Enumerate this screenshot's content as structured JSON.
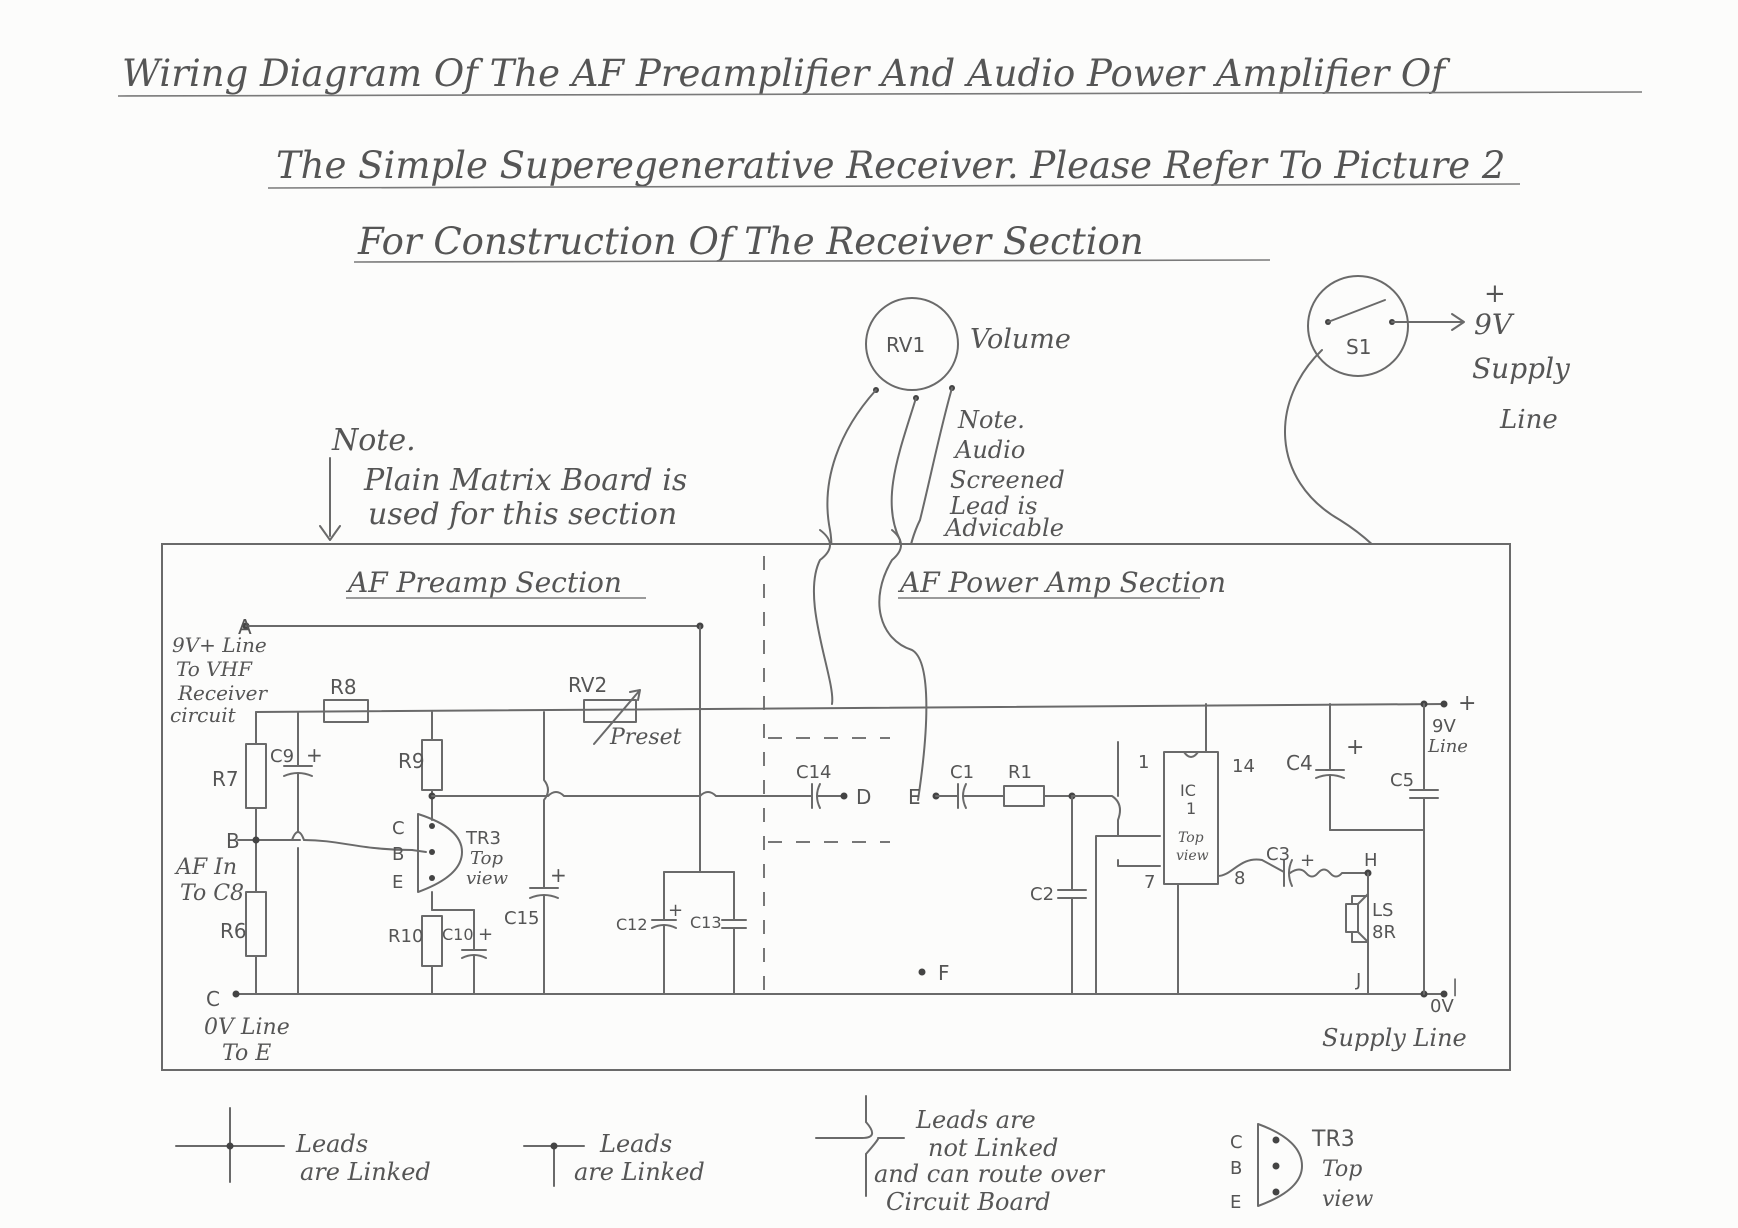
{
  "title": {
    "line1": "Wiring Diagram Of The AF Preamplifier And Audio Power Amplifier Of",
    "line2": "The Simple Superegenerative Receiver. Please Refer To Picture 2",
    "line3": "For Construction Of The Receiver Section"
  },
  "sections": {
    "preamp": "AF Preamp Section",
    "power_amp": "AF Power Amp Section"
  },
  "notes": {
    "board": [
      "Note.",
      "Plain Matrix Board is",
      "used for this section"
    ],
    "audio": [
      "Note.",
      "Audio",
      "Screened",
      "Lead is",
      "Advicable"
    ]
  },
  "switch": {
    "label": "S1",
    "supply_plus": "+",
    "supply": [
      "9V",
      "Supply",
      "Line"
    ]
  },
  "rv1": {
    "label": "RV1",
    "caption": "Volume"
  },
  "terminals": {
    "A": "A",
    "a_text": [
      "9V+ Line",
      "To VHF",
      "Receiver",
      "circuit"
    ],
    "B": "B",
    "b_text": [
      "AF In",
      "To C8"
    ],
    "C": "C",
    "c_text": [
      "0V Line",
      "To E"
    ],
    "D": "D",
    "E": "E",
    "F": "F",
    "H": "H",
    "J": "J"
  },
  "components": {
    "R6": "R6",
    "R7": "R7",
    "R8": "R8",
    "R9": "R9",
    "R10": "R10",
    "R1": "R1",
    "C1": "C1",
    "C2": "C2",
    "C3": "C3",
    "C4": "C4",
    "C5": "C5",
    "C9": "C9",
    "C10": "C10",
    "C12": "C12",
    "C13": "C13",
    "C14": "C14",
    "C15": "C15",
    "RV2": "RV2",
    "RV2_sub": "Preset",
    "TR3": "TR3",
    "TR3_sub": [
      "Top",
      "view"
    ],
    "TR3_pins": [
      "C",
      "B",
      "E"
    ],
    "IC": [
      "IC",
      "1",
      "Top",
      "view"
    ],
    "IC_pin1": "1",
    "IC_pin14": "14",
    "IC_pin7": "7",
    "IC_pin8": "8",
    "LS": [
      "LS",
      "8R"
    ]
  },
  "rails": {
    "plus": "+",
    "nine_v_line": [
      "9V",
      "Line"
    ],
    "zero_v": "0V",
    "zero_v_mark": "|",
    "supply_line": "Supply Line"
  },
  "legend": {
    "linked1": [
      "Leads",
      "are Linked"
    ],
    "linked2": [
      "Leads",
      "are Linked"
    ],
    "not_linked": [
      "Leads are",
      "not Linked",
      "and can route over",
      "Circuit Board"
    ],
    "tr3_pins": [
      "C",
      "B",
      "E"
    ],
    "tr3_text": [
      "TR3",
      "Top",
      "view"
    ]
  }
}
